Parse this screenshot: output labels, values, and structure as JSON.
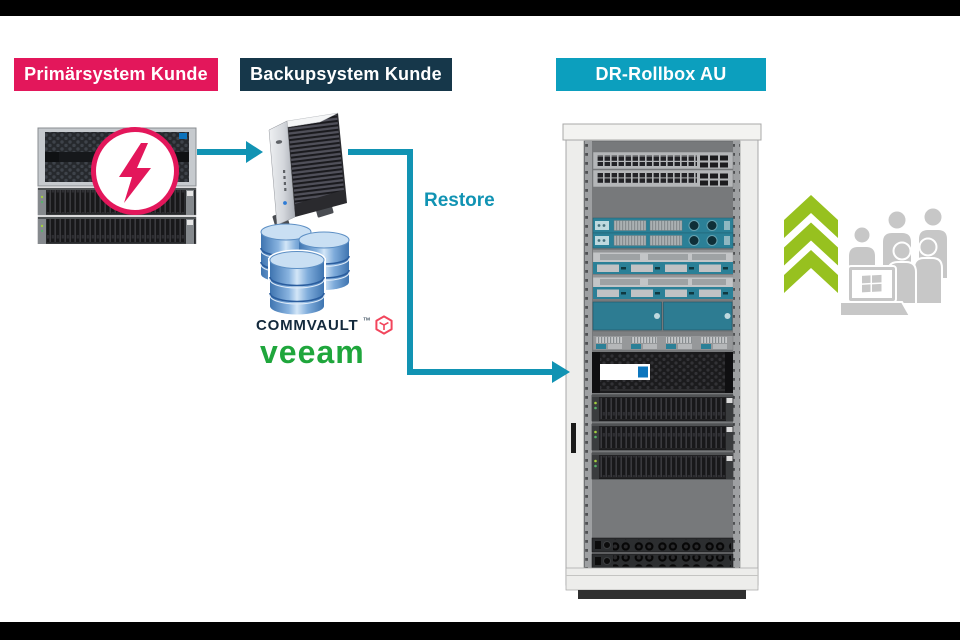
{
  "banners": {
    "primary": {
      "label": "Primärsystem Kunde",
      "color": "#E3175B"
    },
    "backup": {
      "label": "Backupsystem Kunde",
      "color": "#16374A"
    },
    "dr": {
      "label": "DR-Rollbox AU",
      "color": "#0C9FBE"
    }
  },
  "flow": {
    "restore_label": "Restore",
    "line_color": "#1193B3"
  },
  "logos": {
    "commvault": {
      "text": "COMMVAULT",
      "tm": "™",
      "color": "#13293C",
      "icon_color": "#F2455C"
    },
    "veeam": {
      "text": "veeam",
      "color": "#1FA63C"
    }
  },
  "icons": {
    "lightning": "lightning-bolt-failure",
    "storage": "primary-storage-array",
    "tower": "backup-tower-server",
    "databases": "backup-database-stack",
    "rack": "dr-rollbox-server-rack",
    "chevrons": "recovery-chevrons-up",
    "users": "end-users-group",
    "laptop": "windows-laptop"
  },
  "colors": {
    "chevron_green": "#97C11F",
    "people_gray": "#C7C7C7",
    "frame_black": "#000000",
    "background": "#FFFFFF"
  }
}
